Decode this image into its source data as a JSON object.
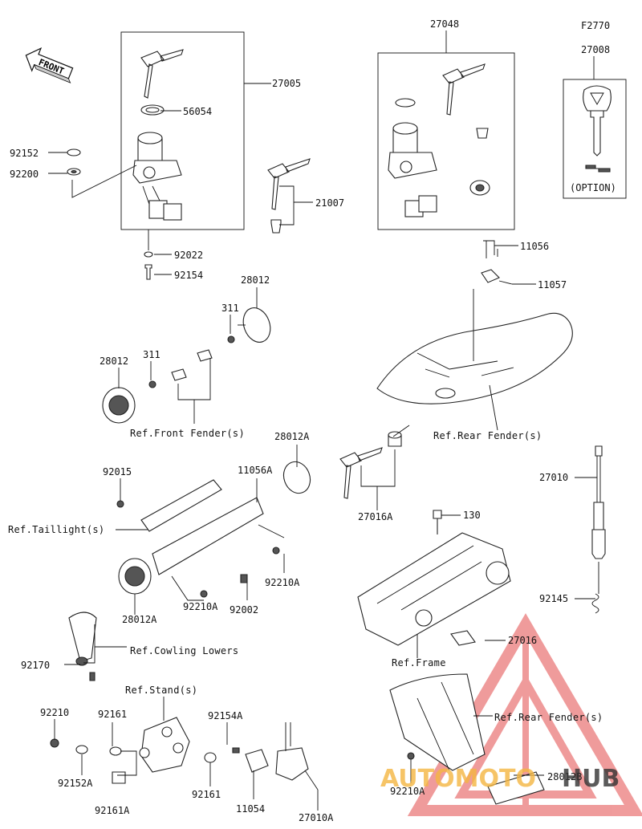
{
  "figure_code": "F2770",
  "front_arrow": "FRONT",
  "watermark": {
    "part1": "AUTOMOTO",
    "part2": "HUB",
    "color_light": "#f4b642",
    "color_dark": "#333333",
    "triangle_color": "#e34b4b"
  },
  "parts": {
    "p27005": "27005",
    "p56054": "56054",
    "p92152": "92152",
    "p92200": "92200",
    "p92022": "92022",
    "p92154": "92154",
    "p21007": "21007",
    "p27048": "27048",
    "p27008": "27008",
    "option": "(OPTION)",
    "p11056": "11056",
    "p11057": "11057",
    "p28012_a": "28012",
    "p311_a": "311",
    "p311_b": "311",
    "p28012_b": "28012",
    "p28012A_a": "28012A",
    "p11056A": "11056A",
    "p92015": "92015",
    "p27016A": "27016A",
    "p130": "130",
    "p27010": "27010",
    "p92210A_a": "92210A",
    "p28012A_b": "28012A",
    "p92210A_b": "92210A",
    "p92002": "92002",
    "p92145": "92145",
    "p27016": "27016",
    "p92170": "92170",
    "p92210": "92210",
    "p92161_a": "92161",
    "p92152A": "92152A",
    "p92154A": "92154A",
    "p92161_b": "92161",
    "p92161A": "92161A",
    "p11054": "11054",
    "p27010A": "27010A",
    "p92210A_c": "92210A",
    "p28012B": "28012B"
  },
  "refs": {
    "front_fender": "Ref.Front Fender(s)",
    "rear_fender_1": "Ref.Rear Fender(s)",
    "taillight": "Ref.Taillight(s)",
    "cowling_lowers": "Ref.Cowling Lowers",
    "frame": "Ref.Frame",
    "stand": "Ref.Stand(s)",
    "rear_fender_2": "Ref.Rear Fender(s)"
  }
}
